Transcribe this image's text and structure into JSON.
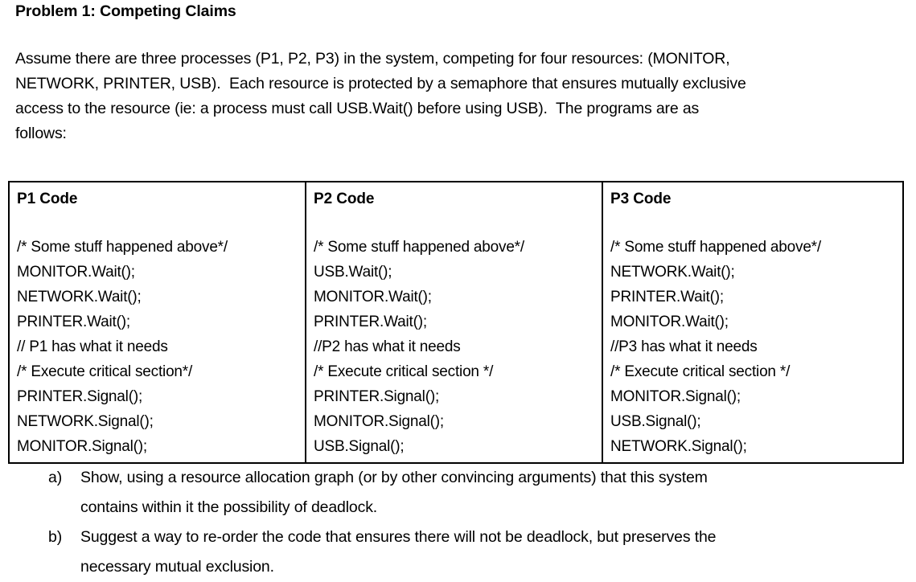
{
  "document": {
    "title": "Problem 1: Competing Claims",
    "intro_lines": [
      "Assume there are three processes (P1, P2, P3) in the system, competing for four resources: (MONITOR,",
      "NETWORK, PRINTER, USB).  Each resource is protected by a semaphore that ensures mutually exclusive",
      "access to the resource (ie: a process must call USB.Wait() before using USB).  The programs are as",
      "follows:"
    ]
  },
  "code_table": {
    "columns": [
      {
        "header": "P1 Code",
        "lines": [
          "/* Some stuff happened above*/",
          "MONITOR.Wait();",
          "NETWORK.Wait();",
          "PRINTER.Wait();",
          "// P1 has what it needs",
          "/* Execute critical section*/",
          "PRINTER.Signal();",
          "NETWORK.Signal();",
          "MONITOR.Signal();"
        ]
      },
      {
        "header": "P2 Code",
        "lines": [
          "/* Some stuff happened above*/",
          "USB.Wait();",
          "MONITOR.Wait();",
          "PRINTER.Wait();",
          "//P2 has what it needs",
          "/* Execute critical section */",
          "PRINTER.Signal();",
          "MONITOR.Signal();",
          "USB.Signal();"
        ]
      },
      {
        "header": "P3 Code",
        "lines": [
          "/* Some stuff happened above*/",
          "NETWORK.Wait();",
          "PRINTER.Wait();",
          "MONITOR.Wait();",
          "//P3 has what it needs",
          "/* Execute critical section */",
          "MONITOR.Signal();",
          "USB.Signal();",
          "NETWORK.Signal();"
        ]
      }
    ]
  },
  "questions": [
    {
      "marker": "a)",
      "lines": [
        "Show, using a resource allocation graph (or by other convincing arguments) that this system",
        "contains within it the possibility of deadlock."
      ]
    },
    {
      "marker": "b)",
      "lines": [
        "Suggest a way to re-order the code that ensures there will not be deadlock, but preserves the",
        "necessary mutual exclusion."
      ]
    }
  ]
}
